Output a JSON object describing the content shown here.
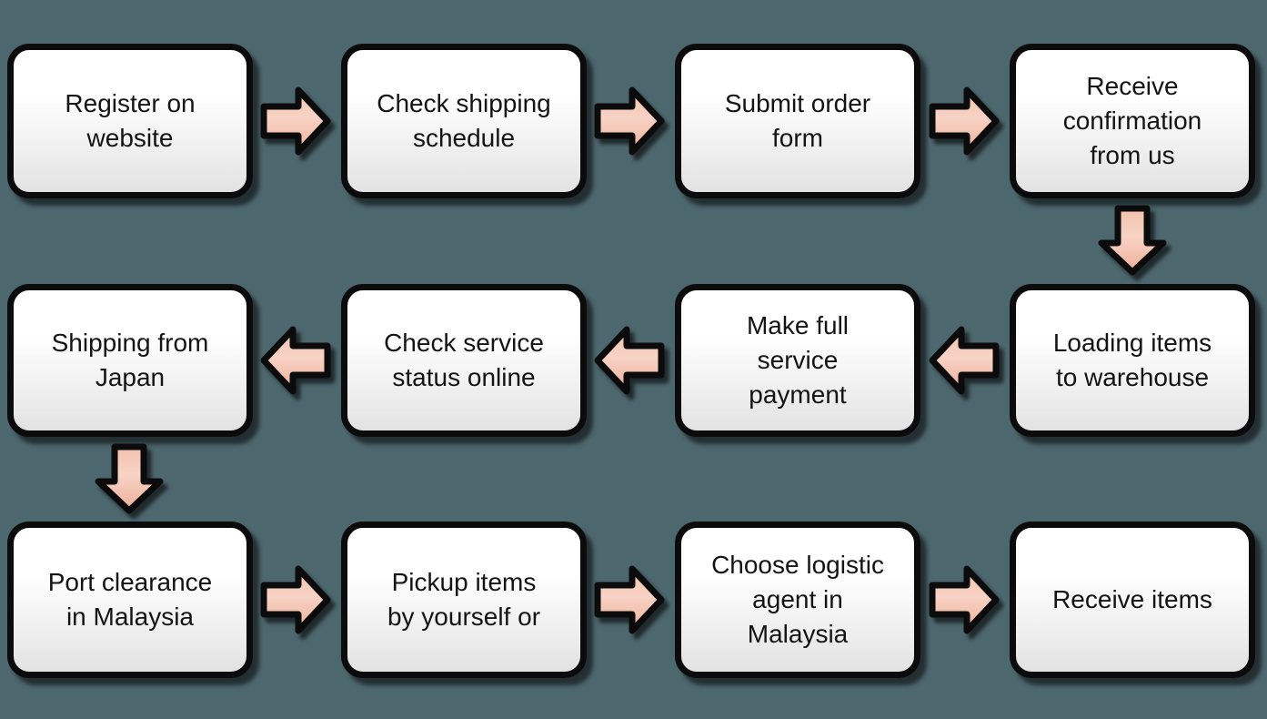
{
  "diagram": {
    "title": "Shipping process flowchart",
    "type": "flowchart",
    "rows": 3,
    "columns": 4,
    "flow_order": "serpentine: row 1 left-to-right, row 2 right-to-left, row 3 left-to-right"
  },
  "steps": [
    {
      "label": "Register on\nwebsite"
    },
    {
      "label": "Check shipping\nschedule"
    },
    {
      "label": "Submit order\nform"
    },
    {
      "label": "Receive\nconfirmation\nfrom us"
    },
    {
      "label": "Loading items\nto warehouse"
    },
    {
      "label": "Make full\nservice\npayment"
    },
    {
      "label": "Check service\nstatus online"
    },
    {
      "label": "Shipping from\nJapan"
    },
    {
      "label": "Port clearance\nin Malaysia"
    },
    {
      "label": "Pickup items\nby yourself or"
    },
    {
      "label": "Choose logistic\nagent in\nMalaysia"
    },
    {
      "label": "Receive items"
    }
  ],
  "connectors": [
    {
      "from": 0,
      "to": 1,
      "direction": "right"
    },
    {
      "from": 1,
      "to": 2,
      "direction": "right"
    },
    {
      "from": 2,
      "to": 3,
      "direction": "right"
    },
    {
      "from": 3,
      "to": 4,
      "direction": "down"
    },
    {
      "from": 4,
      "to": 5,
      "direction": "left"
    },
    {
      "from": 5,
      "to": 6,
      "direction": "left"
    },
    {
      "from": 6,
      "to": 7,
      "direction": "left"
    },
    {
      "from": 7,
      "to": 8,
      "direction": "down"
    },
    {
      "from": 8,
      "to": 9,
      "direction": "right"
    },
    {
      "from": 9,
      "to": 10,
      "direction": "right"
    },
    {
      "from": 10,
      "to": 11,
      "direction": "right"
    }
  ],
  "colors": {
    "background": "#4d676e",
    "box_fill_top": "#ffffff",
    "box_fill_bottom": "#e2e2e2",
    "outline": "#0b0b0b",
    "text": "#141414",
    "arrow_fill_light": "#f8d3c5",
    "arrow_fill_dark": "#edaf99",
    "shadow": "rgba(0,0,0,0.6)"
  }
}
